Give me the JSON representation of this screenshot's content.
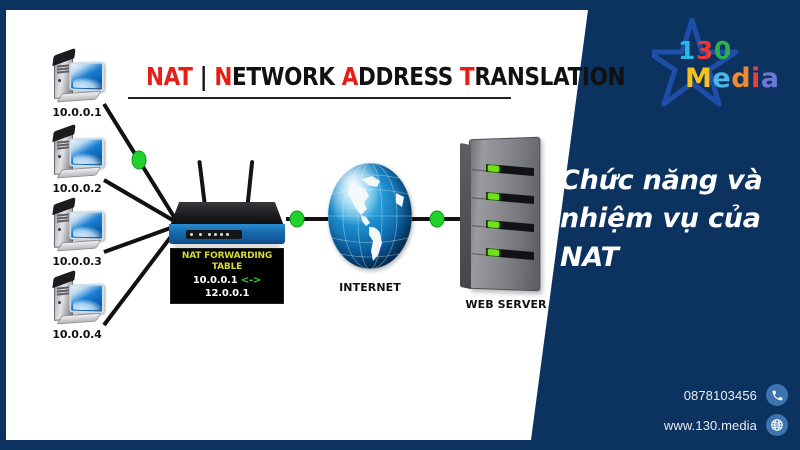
{
  "theme": {
    "background": "#0c3260",
    "panel": "#ffffff",
    "accent_red": "#e81e16",
    "accent_green": "#2fcf3b",
    "nat_title_color": "#d8d83a",
    "icon_circle": "#3d74b0"
  },
  "diagram": {
    "title": {
      "parts": [
        {
          "red": "NAT",
          "rest": ""
        },
        {
          "red": "",
          "rest": " | "
        },
        {
          "red": "N",
          "rest": "ETWORK "
        },
        {
          "red": "A",
          "rest": "DDRESS "
        },
        {
          "red": "T",
          "rest": "RANSLATION"
        }
      ],
      "plain": "NAT | NETWORK ADDRESS TRANSLATION"
    },
    "clients": [
      {
        "ip": "10.0.0.1"
      },
      {
        "ip": "10.0.0.2"
      },
      {
        "ip": "10.0.0.3"
      },
      {
        "ip": "10.0.0.4"
      }
    ],
    "router": {
      "nat_table_title": "NAT FORWARDING TABLE",
      "mapping_local": "10.0.0.1",
      "mapping_arrow": "<->",
      "mapping_public": "12.0.0.1",
      "led_count": 6
    },
    "internet": {
      "label": "INTERNET"
    },
    "server": {
      "label": "WEB SERVER",
      "led_count": 4
    }
  },
  "branding": {
    "logo": {
      "line1": [
        {
          "ch": "1",
          "color": "#29b6e8"
        },
        {
          "ch": "3",
          "color": "#e53935"
        },
        {
          "ch": "0",
          "color": "#2eaf4e"
        }
      ],
      "line2": [
        {
          "ch": "M",
          "color": "#f4c21b"
        },
        {
          "ch": "e",
          "color": "#49b9ea"
        },
        {
          "ch": "d",
          "color": "#ef8b2c"
        },
        {
          "ch": "i",
          "color": "#e5413a"
        },
        {
          "ch": "a",
          "color": "#6d78d8"
        }
      ],
      "alt": "130 Media",
      "star_color": "#1d4fa8"
    },
    "headline": "Chức năng và nhiệm vụ của NAT",
    "contact": {
      "phone": "0878103456",
      "website": "www.130.media",
      "phone_icon": "phone-icon",
      "website_icon": "globe-icon"
    }
  }
}
